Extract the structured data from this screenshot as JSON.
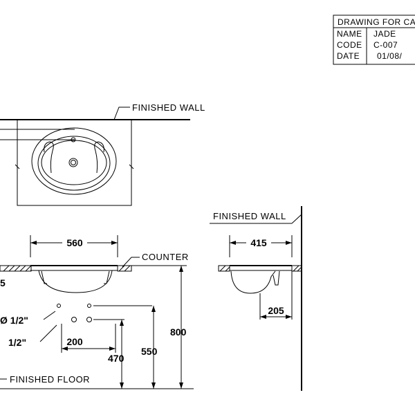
{
  "title_block": {
    "heading": "DRAWING FOR CA",
    "rows": [
      {
        "label": "NAME",
        "value": "JADE"
      },
      {
        "label": "CODE",
        "value": "C-007"
      },
      {
        "label": "DATE",
        "value": "01/08/"
      }
    ]
  },
  "labels": {
    "finished_wall_top": "FINISHED WALL",
    "finished_wall_side": "FINISHED WALL",
    "counter": "COUNTER",
    "finished_floor": "FINISHED FLOOR",
    "pipe_upper": "Ø 1/2\"",
    "pipe_lower": "1/2\""
  },
  "dimensions": {
    "front_width": "560",
    "side_width": "415",
    "side_offset": "205",
    "pipe_spacing": "200",
    "height_470": "470",
    "height_550": "550",
    "height_800": "800",
    "cut_left": "5"
  }
}
